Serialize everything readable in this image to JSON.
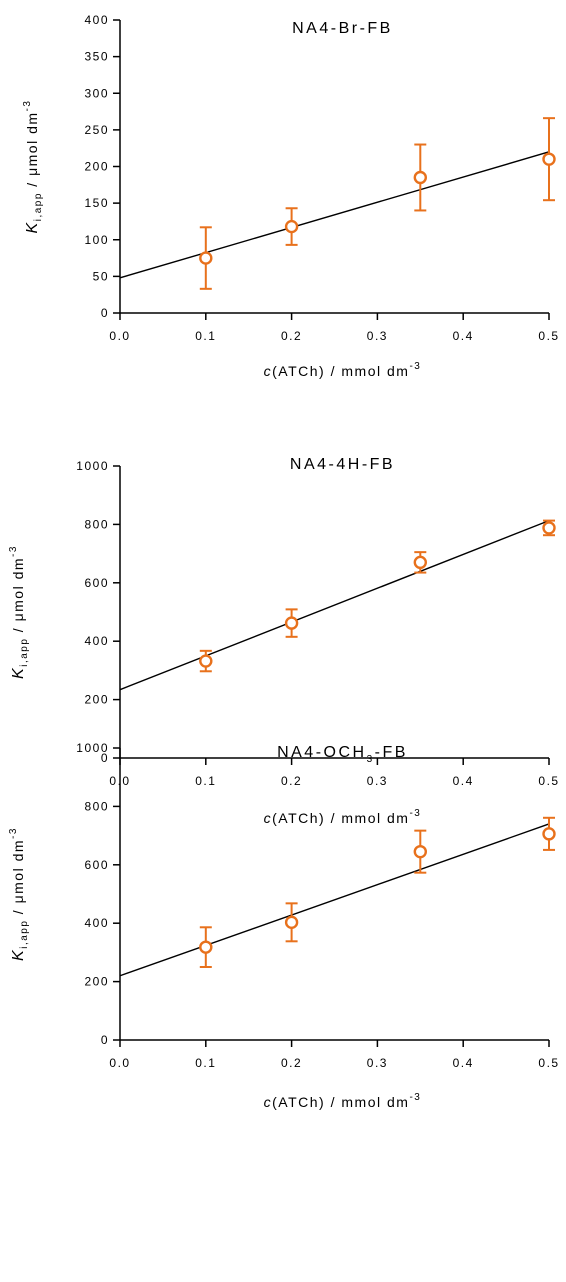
{
  "chart_data": [
    {
      "type": "scatter",
      "title": {
        "main": "NA4-Br-FB",
        "sub": "",
        "post": ""
      },
      "xlabel": {
        "italic": "c",
        "rest": "(ATCh) / mmol dm",
        "sup": "-3"
      },
      "ylabel": {
        "italic": "K",
        "sub": "i,app",
        "rest": " / μmol dm",
        "sup": "-3"
      },
      "xlim": [
        0,
        0.5
      ],
      "ylim": [
        0,
        400
      ],
      "xticks": [
        "0.0",
        "0.1",
        "0.2",
        "0.3",
        "0.4",
        "0.5"
      ],
      "yticks": [
        "0",
        "50",
        "100",
        "150",
        "200",
        "250",
        "300",
        "350",
        "400"
      ],
      "grid": false,
      "points": [
        {
          "x": 0.1,
          "y": 75,
          "err": 42
        },
        {
          "x": 0.2,
          "y": 118,
          "err": 25
        },
        {
          "x": 0.35,
          "y": 185,
          "err": 45
        },
        {
          "x": 0.5,
          "y": 210,
          "err": 56
        }
      ],
      "fit_line": {
        "x": [
          0,
          0.5
        ],
        "y": [
          48,
          220
        ]
      },
      "marker_color": "#e8711c",
      "line_color": "#000000"
    },
    {
      "type": "scatter",
      "title": {
        "main": "NA4-4H-FB",
        "sub": "",
        "post": ""
      },
      "xlabel": {
        "italic": "c",
        "rest": "(ATCh) / mmol dm",
        "sup": "-3"
      },
      "ylabel": {
        "italic": "K",
        "sub": "i,app",
        "rest": " / μmol dm",
        "sup": "-3"
      },
      "xlim": [
        0,
        0.5
      ],
      "ylim": [
        0,
        1000
      ],
      "xticks": [
        "0.0",
        "0.1",
        "0.2",
        "0.3",
        "0.4",
        "0.5"
      ],
      "yticks": [
        "0",
        "200",
        "400",
        "600",
        "800",
        "1000"
      ],
      "grid": false,
      "points": [
        {
          "x": 0.1,
          "y": 332,
          "err": 35
        },
        {
          "x": 0.2,
          "y": 462,
          "err": 47
        },
        {
          "x": 0.35,
          "y": 670,
          "err": 35
        },
        {
          "x": 0.5,
          "y": 788,
          "err": 25
        }
      ],
      "fit_line": {
        "x": [
          0,
          0.5
        ],
        "y": [
          234,
          813
        ]
      },
      "marker_color": "#e8711c",
      "line_color": "#000000"
    },
    {
      "type": "scatter",
      "title": {
        "main": "NA4-OCH",
        "sub": "3",
        "post": "-FB"
      },
      "xlabel": {
        "italic": "c",
        "rest": "(ATCh) / mmol dm",
        "sup": "-3"
      },
      "ylabel": {
        "italic": "K",
        "sub": "i,app",
        "rest": " / μmol dm",
        "sup": "-3"
      },
      "xlim": [
        0,
        0.5
      ],
      "ylim": [
        0,
        1000
      ],
      "xticks": [
        "0.0",
        "0.1",
        "0.2",
        "0.3",
        "0.4",
        "0.5"
      ],
      "yticks": [
        "0",
        "200",
        "400",
        "600",
        "800",
        "1000"
      ],
      "grid": false,
      "points": [
        {
          "x": 0.1,
          "y": 318,
          "err": 68
        },
        {
          "x": 0.2,
          "y": 403,
          "err": 65
        },
        {
          "x": 0.35,
          "y": 645,
          "err": 72
        },
        {
          "x": 0.5,
          "y": 706,
          "err": 55
        }
      ],
      "fit_line": {
        "x": [
          0,
          0.5
        ],
        "y": [
          220,
          740
        ]
      },
      "marker_color": "#e8711c",
      "line_color": "#000000"
    }
  ]
}
